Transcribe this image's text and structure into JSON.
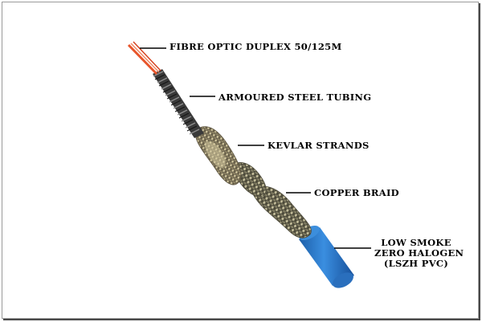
{
  "diagram": {
    "labels": {
      "fibre": "FIBRE OPTIC DUPLEX 50/125µ",
      "steel": "ARMOURED STEEL TUBING",
      "kevlar": "KEVLAR STRANDS",
      "copper": "COPPER BRAID",
      "lszh": [
        "LOW SMOKE",
        "ZERO HALOGEN",
        "(LSZH PVC)"
      ]
    },
    "colors": {
      "fibre": "#e8552b",
      "steel": "#2b2b2b",
      "kevlar": "#c9b98a",
      "copper": "#b7ad80",
      "jacket": "#2f7fd0",
      "leader": "#000000",
      "frame": "#9a9a9a"
    }
  }
}
